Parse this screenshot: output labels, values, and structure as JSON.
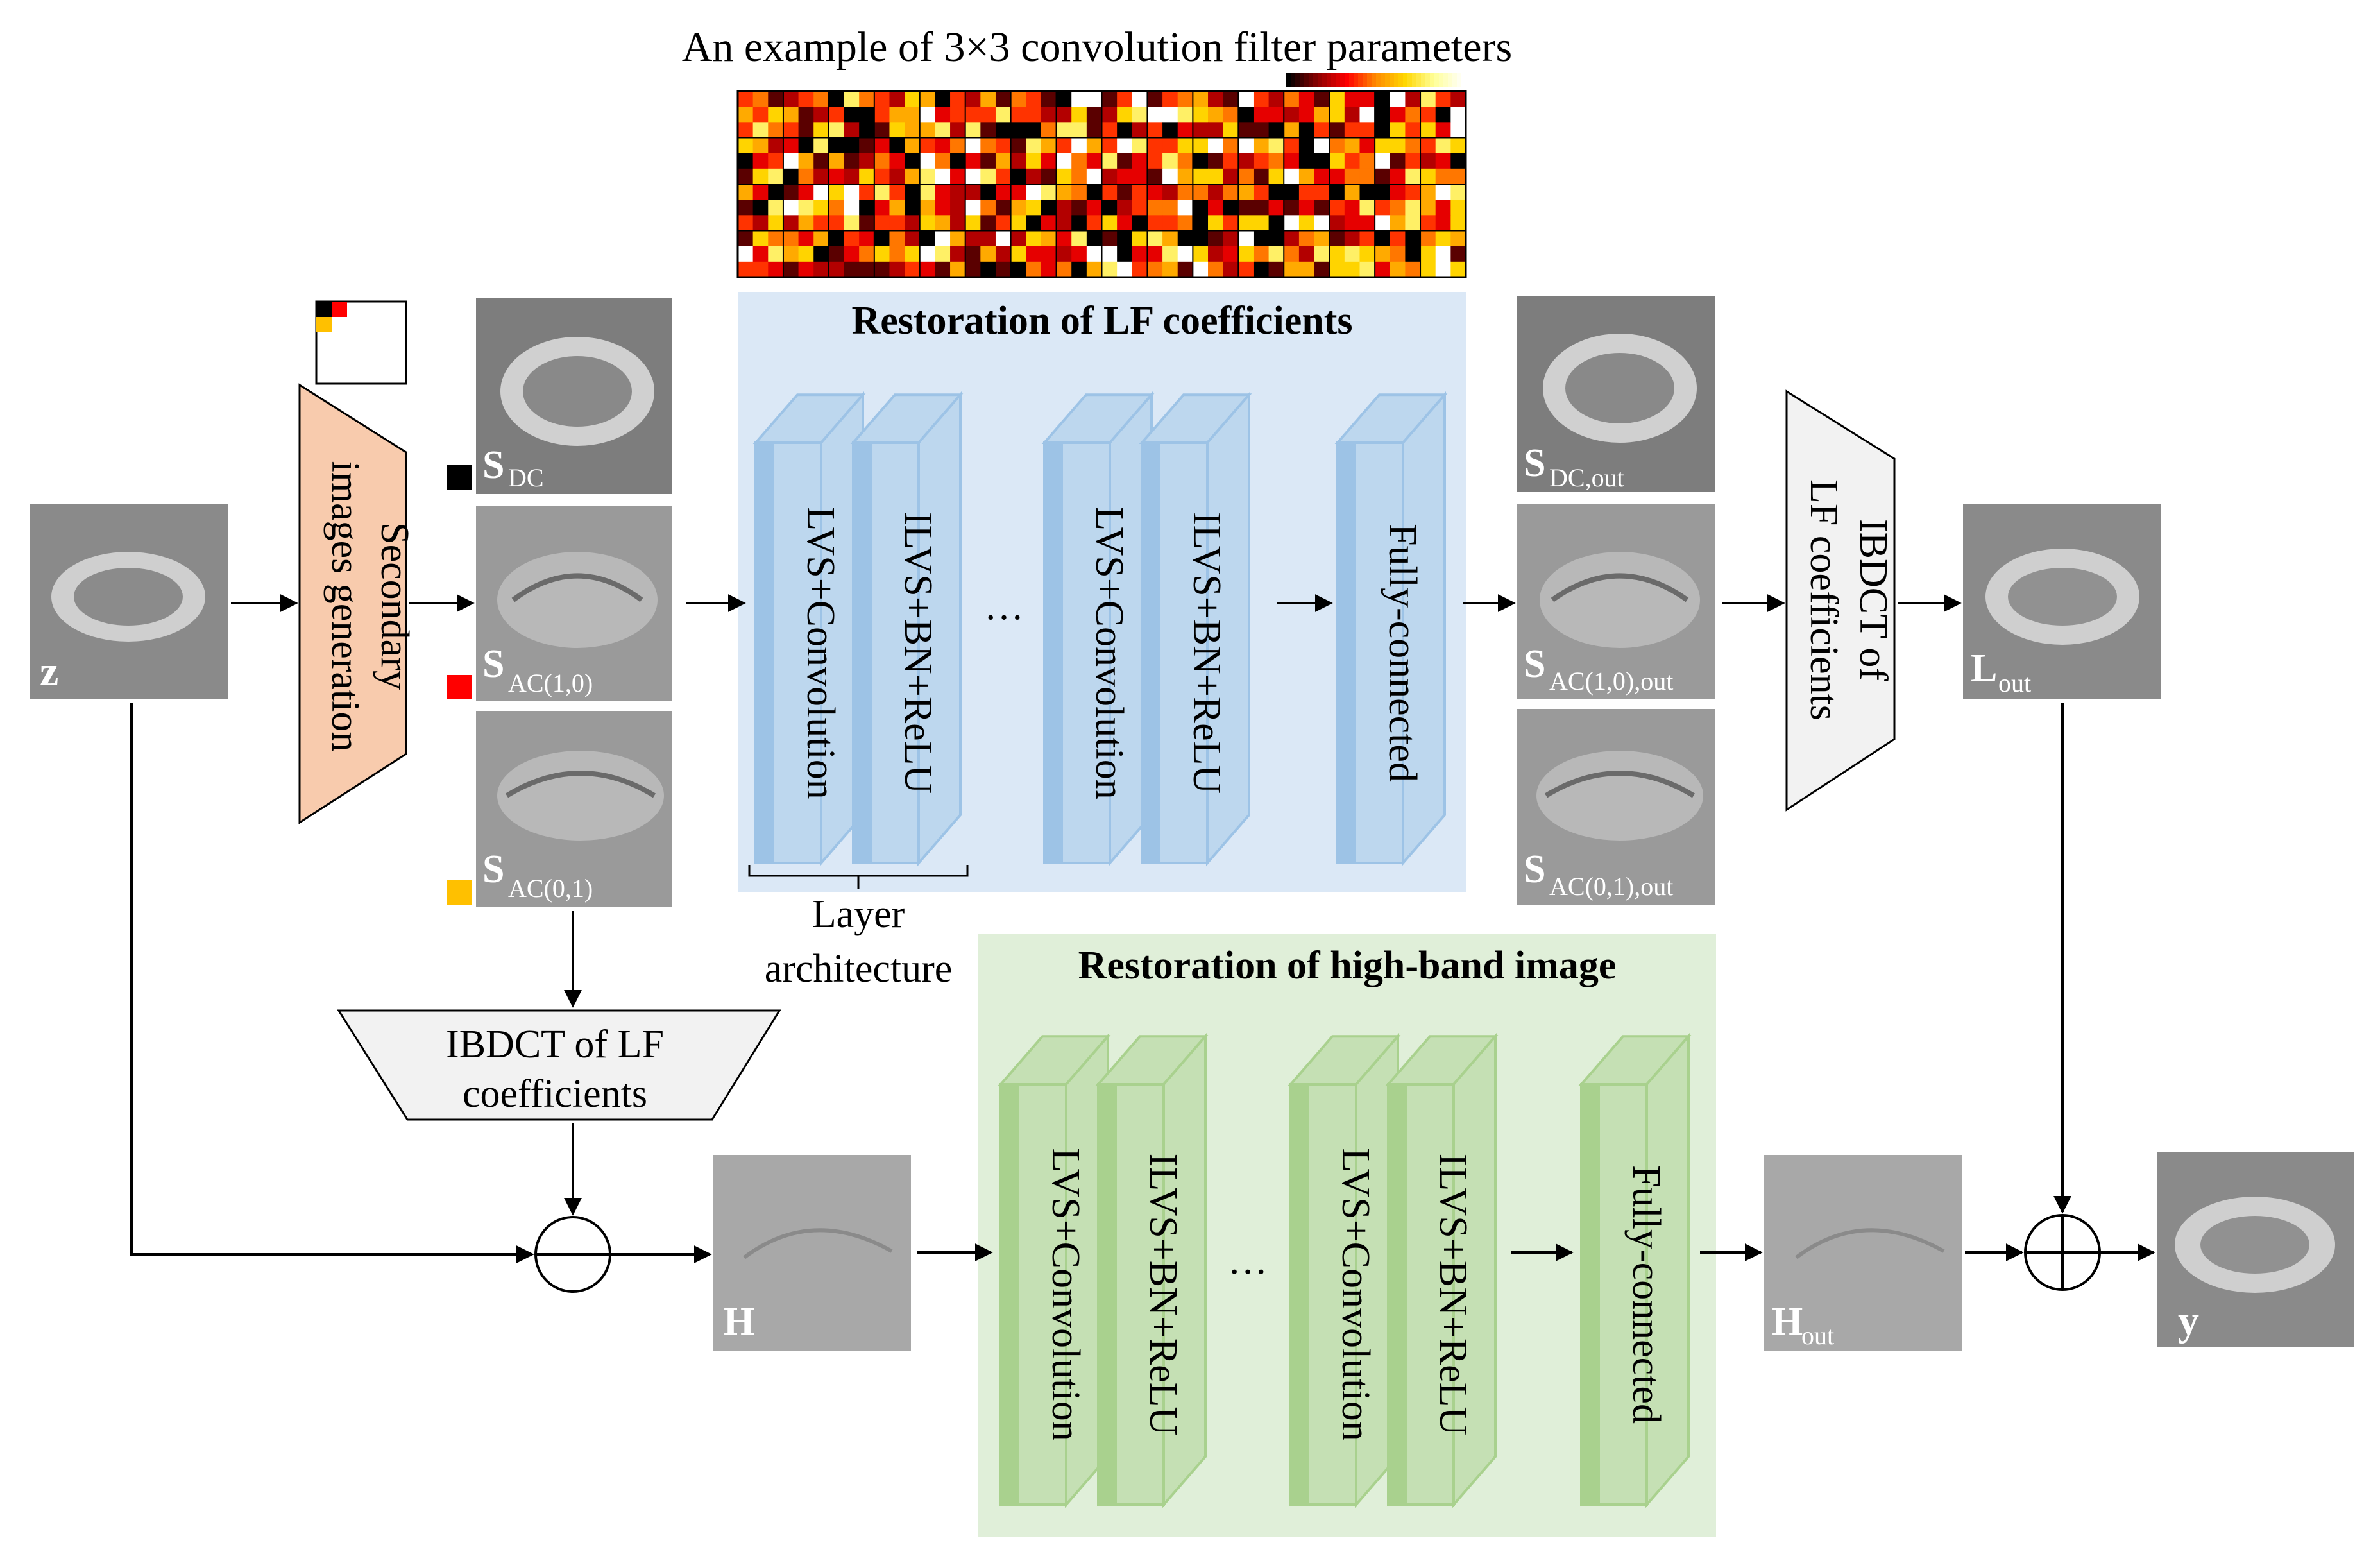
{
  "example_title": "An example of 3×3 convolution filter parameters",
  "colors": {
    "lf_panel": "#dbe8f6",
    "hb_panel": "#e0efd9",
    "blue_block_front": "#bdd7ee",
    "blue_block_side": "#9dc3e6",
    "green_block_front": "#c5e0b4",
    "green_block_side": "#a9d18e",
    "secondary_block": "#f8cbad",
    "ibdct_block": "#f2f2f2",
    "dc_marker": "#000000",
    "ac10_marker": "#ff0000",
    "ac01_marker": "#ffc000"
  },
  "input": {
    "label": "z"
  },
  "secondary": {
    "line1": "Secondary",
    "line2": "images generation"
  },
  "secondary_images": {
    "dc": {
      "main": "S",
      "sub": "DC"
    },
    "ac10": {
      "main": "S",
      "sub": "AC(1,0)"
    },
    "ac01": {
      "main": "S",
      "sub": "AC(0,1)"
    }
  },
  "lf_panel": {
    "title": "Restoration of LF coefficients",
    "blocks": [
      "LVS+Convolution",
      "ILVS+BN+ReLU",
      "LVS+Convolution",
      "ILVS+BN+ReLU",
      "Fully-connected"
    ],
    "ellipsis": "…"
  },
  "layer_arch": {
    "line1": "Layer",
    "line2": "architecture"
  },
  "output_images": {
    "dc": {
      "main": "S",
      "sub": "DC,out"
    },
    "ac10": {
      "main": "S",
      "sub": "AC(1,0),out"
    },
    "ac01": {
      "main": "S",
      "sub": "AC(0,1),out"
    }
  },
  "ibdct_right": {
    "line1": "IBDCT of",
    "line2": "LF coefficients"
  },
  "l_out": {
    "main": "L",
    "sub": "out"
  },
  "ibdct_bottom": {
    "line1": "IBDCT of LF",
    "line2": "coefficients"
  },
  "h": {
    "label": "H"
  },
  "hb_panel": {
    "title": "Restoration of high-band image",
    "blocks": [
      "LVS+Convolution",
      "ILVS+BN+ReLU",
      "LVS+Convolution",
      "ILVS+BN+ReLU",
      "Fully-connected"
    ],
    "ellipsis": "…"
  },
  "h_out": {
    "main": "H",
    "sub": "out"
  },
  "y": {
    "label": "y"
  }
}
